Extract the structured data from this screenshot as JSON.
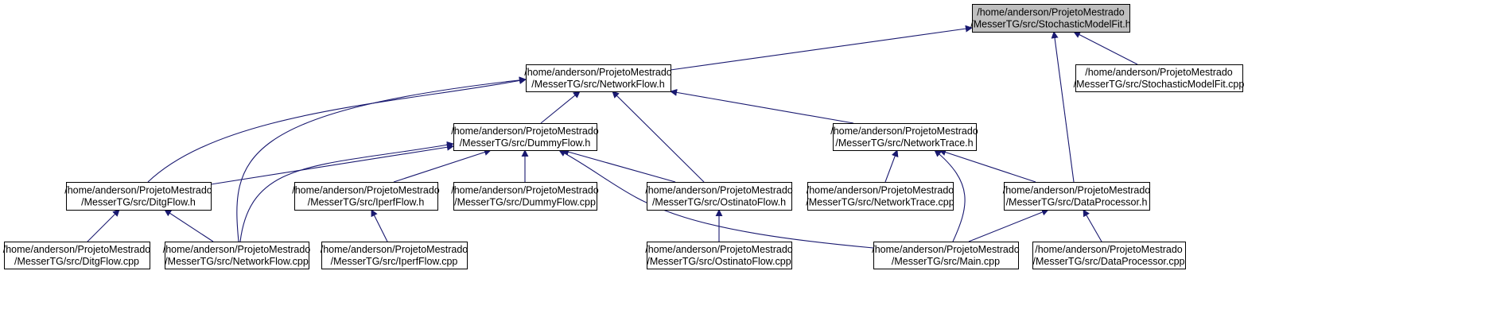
{
  "colors": {
    "edge": "#191970",
    "node_border": "#000000",
    "node_fill": "#ffffff",
    "root_fill": "#bfbfbf"
  },
  "nodes": [
    {
      "id": "smf_h",
      "lines": [
        "/home/anderson/ProjetoMestrado",
        "/MesserTG/src/StochasticModelFit.h"
      ],
      "highlighted": true
    },
    {
      "id": "nf_h",
      "lines": [
        "/home/anderson/ProjetoMestrado",
        "/MesserTG/src/NetworkFlow.h"
      ]
    },
    {
      "id": "smf_cpp",
      "lines": [
        "/home/anderson/ProjetoMestrado",
        "/MesserTG/src/StochasticModelFit.cpp"
      ]
    },
    {
      "id": "df_h",
      "lines": [
        "/home/anderson/ProjetoMestrado",
        "/MesserTG/src/DummyFlow.h"
      ]
    },
    {
      "id": "nt_h",
      "lines": [
        "/home/anderson/ProjetoMestrado",
        "/MesserTG/src/NetworkTrace.h"
      ]
    },
    {
      "id": "dg_h",
      "lines": [
        "/home/anderson/ProjetoMestrado",
        "/MesserTG/src/DitgFlow.h"
      ]
    },
    {
      "id": "ip_h",
      "lines": [
        "/home/anderson/ProjetoMestrado",
        "/MesserTG/src/IperfFlow.h"
      ]
    },
    {
      "id": "df_cpp",
      "lines": [
        "/home/anderson/ProjetoMestrado",
        "/MesserTG/src/DummyFlow.cpp"
      ]
    },
    {
      "id": "os_h",
      "lines": [
        "/home/anderson/ProjetoMestrado",
        "/MesserTG/src/OstinatoFlow.h"
      ]
    },
    {
      "id": "nt_cpp",
      "lines": [
        "/home/anderson/ProjetoMestrado",
        "/MesserTG/src/NetworkTrace.cpp"
      ]
    },
    {
      "id": "dp_h",
      "lines": [
        "/home/anderson/ProjetoMestrado",
        "/MesserTG/src/DataProcessor.h"
      ]
    },
    {
      "id": "dg_cpp",
      "lines": [
        "/home/anderson/ProjetoMestrado",
        "/MesserTG/src/DitgFlow.cpp"
      ]
    },
    {
      "id": "nf_cpp",
      "lines": [
        "/home/anderson/ProjetoMestrado",
        "/MesserTG/src/NetworkFlow.cpp"
      ]
    },
    {
      "id": "ip_cpp",
      "lines": [
        "/home/anderson/ProjetoMestrado",
        "/MesserTG/src/IperfFlow.cpp"
      ]
    },
    {
      "id": "os_cpp",
      "lines": [
        "/home/anderson/ProjetoMestrado",
        "/MesserTG/src/OstinatoFlow.cpp"
      ]
    },
    {
      "id": "main_cpp",
      "lines": [
        "/home/anderson/ProjetoMestrado",
        "/MesserTG/src/Main.cpp"
      ]
    },
    {
      "id": "dp_cpp",
      "lines": [
        "/home/anderson/ProjetoMestrado",
        "/MesserTG/src/DataProcessor.cpp"
      ]
    }
  ],
  "edges": [
    {
      "from": "nf_h",
      "to": "smf_h"
    },
    {
      "from": "smf_cpp",
      "to": "smf_h"
    },
    {
      "from": "dp_h",
      "to": "smf_h"
    },
    {
      "from": "df_h",
      "to": "nf_h"
    },
    {
      "from": "nt_h",
      "to": "nf_h"
    },
    {
      "from": "dg_h",
      "to": "nf_h"
    },
    {
      "from": "nf_cpp",
      "to": "nf_h"
    },
    {
      "from": "os_h",
      "to": "nf_h"
    },
    {
      "from": "dg_h",
      "to": "df_h"
    },
    {
      "from": "nf_cpp",
      "to": "df_h"
    },
    {
      "from": "ip_h",
      "to": "df_h"
    },
    {
      "from": "df_cpp",
      "to": "df_h"
    },
    {
      "from": "os_h",
      "to": "df_h"
    },
    {
      "from": "main_cpp",
      "to": "df_h"
    },
    {
      "from": "nt_cpp",
      "to": "nt_h"
    },
    {
      "from": "dp_h",
      "to": "nt_h"
    },
    {
      "from": "main_cpp",
      "to": "nt_h"
    },
    {
      "from": "dg_cpp",
      "to": "dg_h"
    },
    {
      "from": "nf_cpp",
      "to": "dg_h"
    },
    {
      "from": "ip_cpp",
      "to": "ip_h"
    },
    {
      "from": "os_cpp",
      "to": "os_h"
    },
    {
      "from": "main_cpp",
      "to": "dp_h"
    },
    {
      "from": "dp_cpp",
      "to": "dp_h"
    }
  ]
}
